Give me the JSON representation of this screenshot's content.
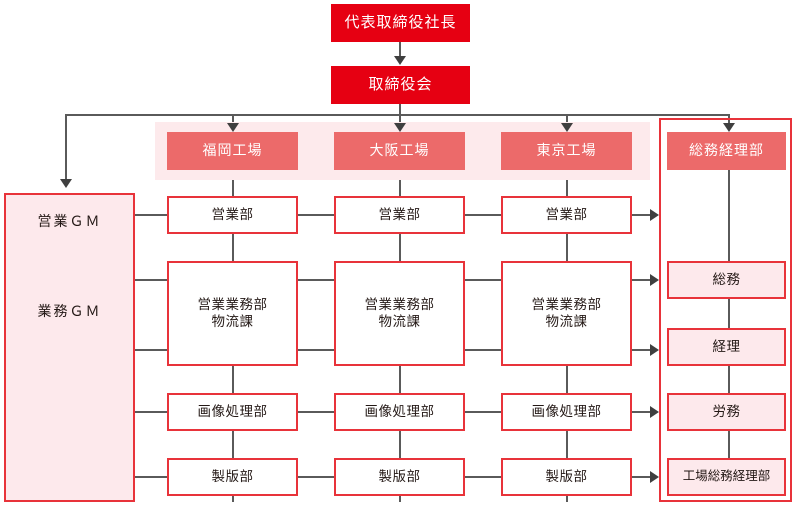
{
  "diagram": {
    "title_boxes": {
      "president": "代表取締役社長",
      "board": "取締役会"
    },
    "gm_box": {
      "sales_gm": "営業ＧＭ",
      "operations_gm": "業務ＧＭ"
    },
    "factories": [
      {
        "header": "福岡工場",
        "departments": [
          "営業部",
          "営業業務部\n物流課",
          "画像処理部",
          "製版部"
        ]
      },
      {
        "header": "大阪工場",
        "departments": [
          "営業部",
          "営業業務部\n物流課",
          "画像処理部",
          "製版部"
        ]
      },
      {
        "header": "東京工場",
        "departments": [
          "営業部",
          "営業業務部\n物流課",
          "画像処理部",
          "製版部"
        ]
      }
    ],
    "admin_column": {
      "header": "総務経理部",
      "sections": [
        "総務",
        "経理",
        "労務",
        "工場総務経理部"
      ]
    },
    "colors": {
      "red": "#e60012",
      "salmon": "#ec6a6a",
      "border_red": "#e8333a",
      "pale_pink": "#fdeaec",
      "box_pink": "#fde9ec",
      "connector": "#5a5a5a",
      "text": "#231815"
    }
  }
}
